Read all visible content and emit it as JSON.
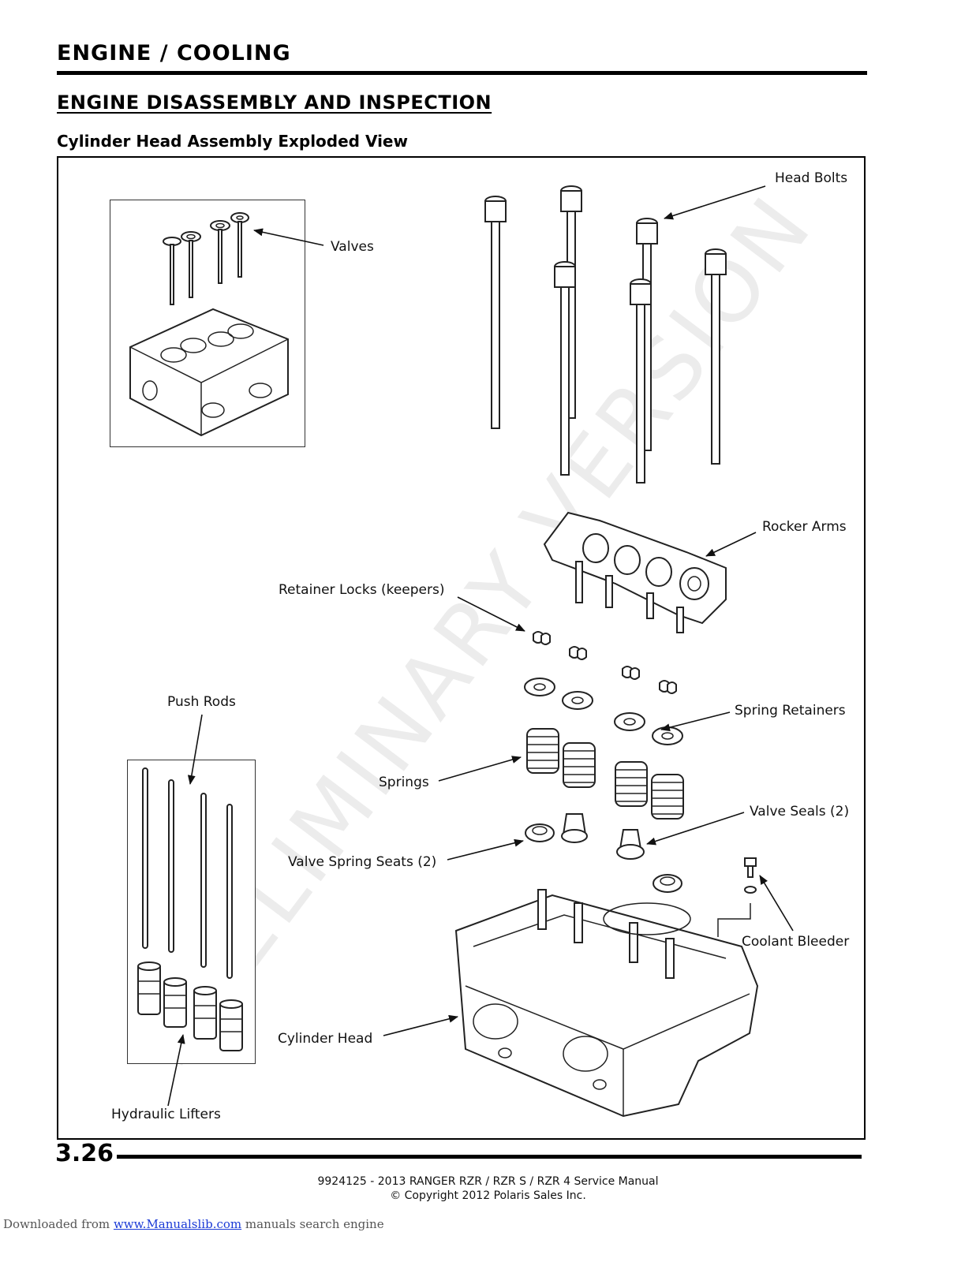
{
  "header": {
    "section": "ENGINE / COOLING",
    "title": "ENGINE DISASSEMBLY AND INSPECTION",
    "subtitle": "Cylinder Head Assembly Exploded View"
  },
  "figure": {
    "watermark": "PRELIMINARY VERSION",
    "callouts": {
      "head_bolts": "Head Bolts",
      "valves": "Valves",
      "rocker_arms": "Rocker Arms",
      "retainer_locks": "Retainer Locks (keepers)",
      "push_rods": "Push Rods",
      "spring_retainers": "Spring Retainers",
      "springs": "Springs",
      "valve_seals": "Valve Seals (2)",
      "valve_spring_seats": "Valve Spring Seats (2)",
      "coolant_bleeder": "Coolant Bleeder",
      "cylinder_head": "Cylinder Head",
      "hydraulic_lifters": "Hydraulic Lifters"
    }
  },
  "footer": {
    "page_number": "3.26",
    "manual_line": "9924125 - 2013 RANGER RZR / RZR S / RZR 4 Service Manual",
    "copyright_line": "© Copyright 2012 Polaris Sales Inc.",
    "download_prefix": "Downloaded from",
    "download_link": "www.Manualslib.com",
    "download_suffix": "manuals search engine"
  }
}
